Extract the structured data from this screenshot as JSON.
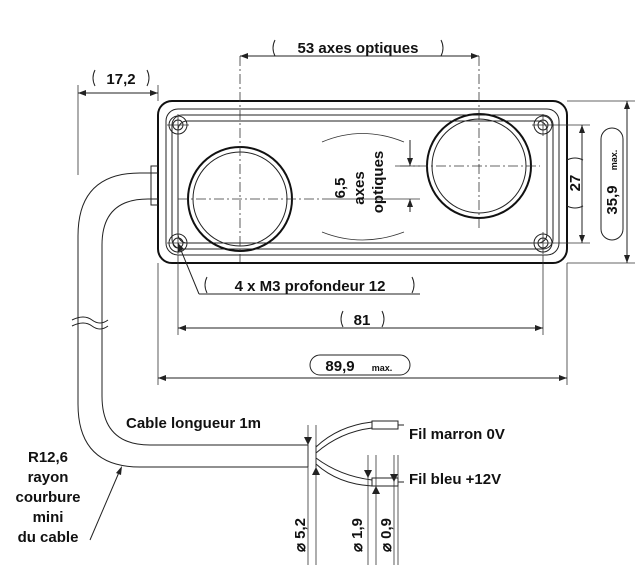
{
  "dimensions": {
    "optical_axes_distance": "53 axes optiques",
    "cable_offset": "17,2",
    "optical_height_value": "6,5",
    "optical_height_word1": "axes",
    "optical_height_word2": "optiques",
    "mount_height": "27",
    "max_height_value": "35,9",
    "max_suffix": "max.",
    "holes": "4 x M3 profondeur 12",
    "hole_spacing": "81",
    "max_length_value": "89,9",
    "cable_dia": "⌀ 5,2",
    "wire_dia": "⌀ 1,9",
    "core_dia": "⌀ 0,9"
  },
  "labels": {
    "cable_length": "Cable longueur 1m",
    "wire_brown": "Fil marron 0V",
    "wire_blue": "Fil bleu +12V",
    "bend_radius": [
      "R12,6",
      "rayon",
      "courbure",
      "mini",
      "du cable"
    ]
  }
}
